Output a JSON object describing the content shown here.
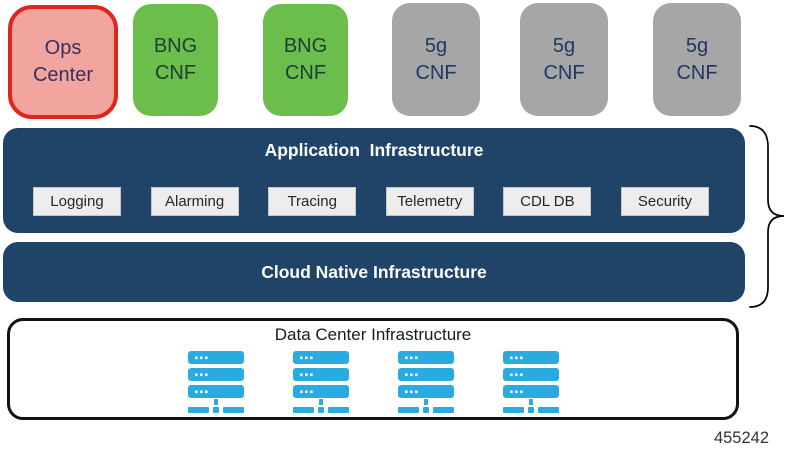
{
  "colors": {
    "navy": "#1F4468",
    "green": "#6CBE4C",
    "gray": "#A6A6A6",
    "pink_fill": "#F2A49E",
    "red_border": "#E0261B",
    "component_bg": "#EDEDED",
    "server_blue": "#29ABE2"
  },
  "top_row": {
    "boxes": [
      {
        "line1": "Ops",
        "line2": "Center"
      },
      {
        "line1": "BNG",
        "line2": "CNF"
      },
      {
        "line1": "BNG",
        "line2": "CNF"
      },
      {
        "line1": "5g",
        "line2": "CNF"
      },
      {
        "line1": "5g",
        "line2": "CNF"
      },
      {
        "line1": "5g",
        "line2": "CNF"
      }
    ]
  },
  "application_infrastructure": {
    "title": "Application  Infrastructure",
    "components": [
      "Logging",
      "Alarming",
      "Tracing",
      "Telemetry",
      "CDL DB",
      "Security"
    ]
  },
  "cloud_native_infrastructure": {
    "title": "Cloud Native Infrastructure"
  },
  "data_center_infrastructure": {
    "title": "Data Center Infrastructure",
    "server_icon_count": 4
  },
  "figure_number": "455242"
}
